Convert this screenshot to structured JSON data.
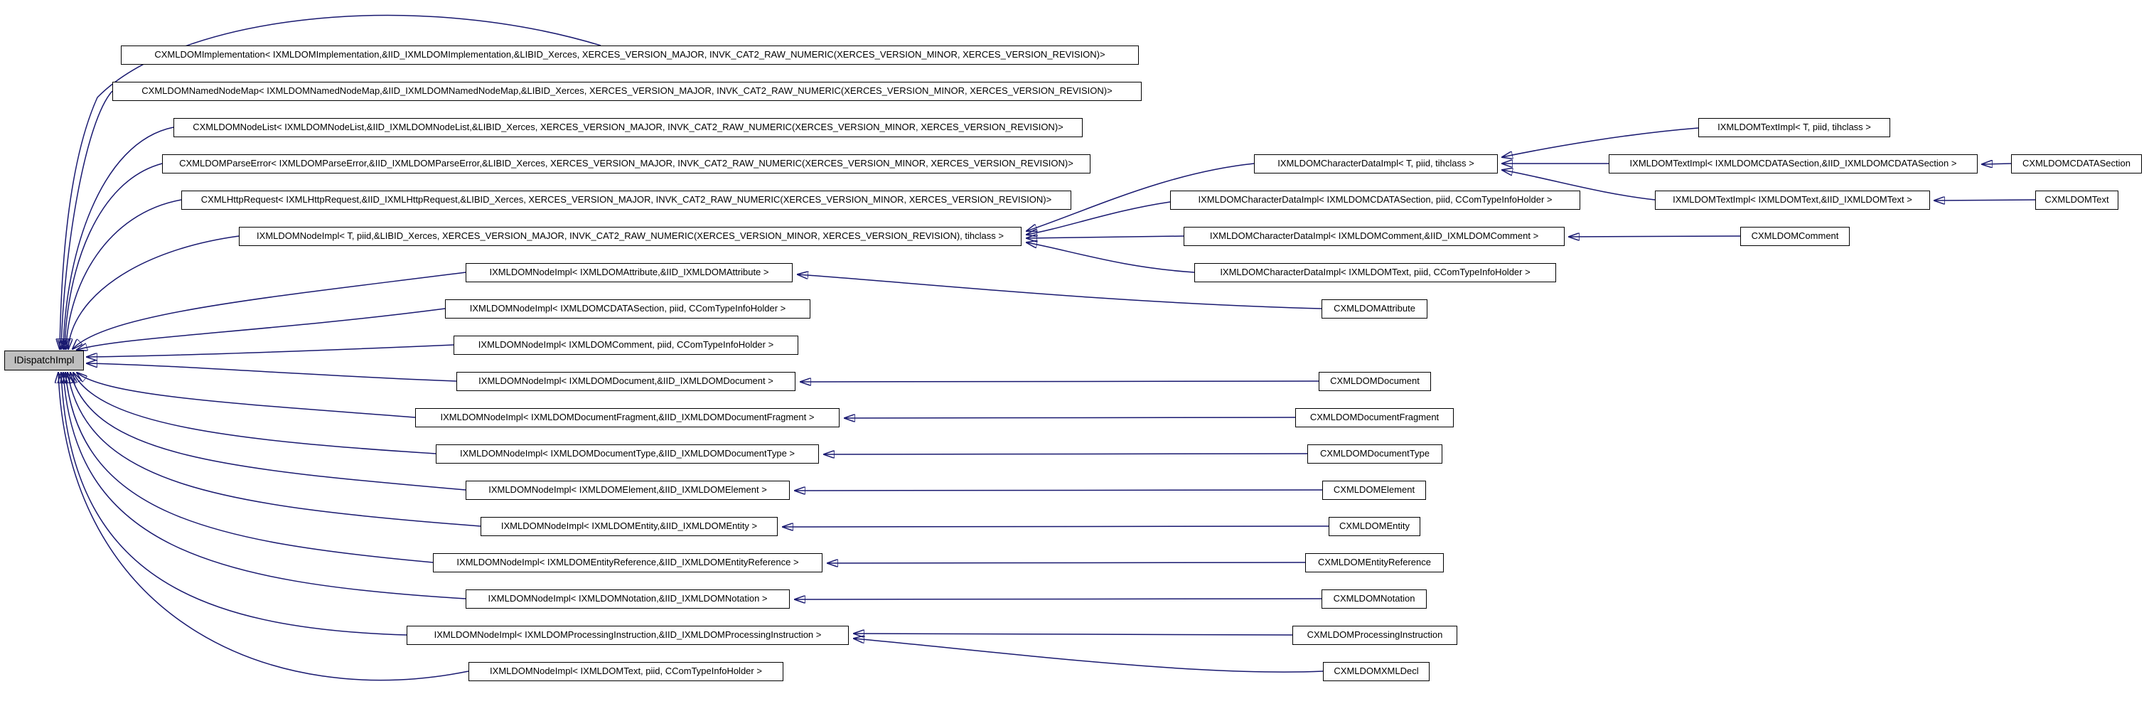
{
  "diagram": {
    "type": "class-inheritance-graph",
    "tool_style": "doxygen-graphviz",
    "root_id": "idispatchimpl",
    "colors": {
      "background": "#ffffff",
      "edge": "#191970",
      "node_border": "#000000",
      "node_fill": "#ffffff",
      "root_node_fill": "#bfbfbf",
      "text": "#000000"
    },
    "nodes": [
      {
        "id": "idispatchimpl",
        "label": "IDispatchImpl"
      },
      {
        "id": "cxmldomimplementation",
        "label": "CXMLDOMImplementation< IXMLDOMImplementation,&IID_IXMLDOMImplementation,&LIBID_Xerces, XERCES_VERSION_MAJOR, INVK_CAT2_RAW_NUMERIC(XERCES_VERSION_MINOR, XERCES_VERSION_REVISION)>"
      },
      {
        "id": "cxmldomnamednodemap",
        "label": "CXMLDOMNamedNodeMap< IXMLDOMNamedNodeMap,&IID_IXMLDOMNamedNodeMap,&LIBID_Xerces, XERCES_VERSION_MAJOR, INVK_CAT2_RAW_NUMERIC(XERCES_VERSION_MINOR, XERCES_VERSION_REVISION)>"
      },
      {
        "id": "cxmldomnodelist",
        "label": "CXMLDOMNodeList< IXMLDOMNodeList,&IID_IXMLDOMNodeList,&LIBID_Xerces, XERCES_VERSION_MAJOR, INVK_CAT2_RAW_NUMERIC(XERCES_VERSION_MINOR, XERCES_VERSION_REVISION)>"
      },
      {
        "id": "cxmldomparseerror",
        "label": "CXMLDOMParseError< IXMLDOMParseError,&IID_IXMLDOMParseError,&LIBID_Xerces, XERCES_VERSION_MAJOR, INVK_CAT2_RAW_NUMERIC(XERCES_VERSION_MINOR, XERCES_VERSION_REVISION)>"
      },
      {
        "id": "cxmlhttprequest",
        "label": "CXMLHttpRequest< IXMLHttpRequest,&IID_IXMLHttpRequest,&LIBID_Xerces, XERCES_VERSION_MAJOR, INVK_CAT2_RAW_NUMERIC(XERCES_VERSION_MINOR, XERCES_VERSION_REVISION)>"
      },
      {
        "id": "ixmldomnodeimpl-t",
        "label": "IXMLDOMNodeImpl< T, piid,&LIBID_Xerces, XERCES_VERSION_MAJOR, INVK_CAT2_RAW_NUMERIC(XERCES_VERSION_MINOR, XERCES_VERSION_REVISION), tihclass >"
      },
      {
        "id": "ixmldomnodeimpl-attribute",
        "label": "IXMLDOMNodeImpl< IXMLDOMAttribute,&IID_IXMLDOMAttribute >"
      },
      {
        "id": "ixmldomnodeimpl-cdatasection",
        "label": "IXMLDOMNodeImpl< IXMLDOMCDATASection, piid, CComTypeInfoHolder >"
      },
      {
        "id": "ixmldomnodeimpl-comment",
        "label": "IXMLDOMNodeImpl< IXMLDOMComment, piid, CComTypeInfoHolder >"
      },
      {
        "id": "ixmldomnodeimpl-document",
        "label": "IXMLDOMNodeImpl< IXMLDOMDocument,&IID_IXMLDOMDocument >"
      },
      {
        "id": "ixmldomnodeimpl-documentfragment",
        "label": "IXMLDOMNodeImpl< IXMLDOMDocumentFragment,&IID_IXMLDOMDocumentFragment >"
      },
      {
        "id": "ixmldomnodeimpl-documenttype",
        "label": "IXMLDOMNodeImpl< IXMLDOMDocumentType,&IID_IXMLDOMDocumentType >"
      },
      {
        "id": "ixmldomnodeimpl-element",
        "label": "IXMLDOMNodeImpl< IXMLDOMElement,&IID_IXMLDOMElement >"
      },
      {
        "id": "ixmldomnodeimpl-entity",
        "label": "IXMLDOMNodeImpl< IXMLDOMEntity,&IID_IXMLDOMEntity >"
      },
      {
        "id": "ixmldomnodeimpl-entityreference",
        "label": "IXMLDOMNodeImpl< IXMLDOMEntityReference,&IID_IXMLDOMEntityReference >"
      },
      {
        "id": "ixmldomnodeimpl-notation",
        "label": "IXMLDOMNodeImpl< IXMLDOMNotation,&IID_IXMLDOMNotation >"
      },
      {
        "id": "ixmldomnodeimpl-processinginstruction",
        "label": "IXMLDOMNodeImpl< IXMLDOMProcessingInstruction,&IID_IXMLDOMProcessingInstruction >"
      },
      {
        "id": "ixmldomnodeimpl-text",
        "label": "IXMLDOMNodeImpl< IXMLDOMText, piid, CComTypeInfoHolder >"
      },
      {
        "id": "ixmldomcharacterdataimpl-t",
        "label": "IXMLDOMCharacterDataImpl< T, piid, tihclass >"
      },
      {
        "id": "ixmldomcharacterdataimpl-cdatasection",
        "label": "IXMLDOMCharacterDataImpl< IXMLDOMCDATASection, piid, CComTypeInfoHolder >"
      },
      {
        "id": "ixmldomcharacterdataimpl-comment",
        "label": "IXMLDOMCharacterDataImpl< IXMLDOMComment,&IID_IXMLDOMComment >"
      },
      {
        "id": "ixmldomcharacterdataimpl-text",
        "label": "IXMLDOMCharacterDataImpl< IXMLDOMText, piid, CComTypeInfoHolder >"
      },
      {
        "id": "cxmldomattribute",
        "label": "CXMLDOMAttribute"
      },
      {
        "id": "cxmldomdocument",
        "label": "CXMLDOMDocument"
      },
      {
        "id": "cxmldomdocumentfragment",
        "label": "CXMLDOMDocumentFragment"
      },
      {
        "id": "cxmldomdocumenttype",
        "label": "CXMLDOMDocumentType"
      },
      {
        "id": "cxmldomelement",
        "label": "CXMLDOMElement"
      },
      {
        "id": "cxmldomentity",
        "label": "CXMLDOMEntity"
      },
      {
        "id": "cxmldomentityreference",
        "label": "CXMLDOMEntityReference"
      },
      {
        "id": "cxmldomnotation",
        "label": "CXMLDOMNotation"
      },
      {
        "id": "cxmldomprocessinginstruction",
        "label": "CXMLDOMProcessingInstruction"
      },
      {
        "id": "cxmldomxmldecl",
        "label": "CXMLDOMXMLDecl"
      },
      {
        "id": "ixmldomtextimpl-t",
        "label": "IXMLDOMTextImpl< T, piid, tihclass >"
      },
      {
        "id": "ixmldomtextimpl-cdatasection",
        "label": "IXMLDOMTextImpl< IXMLDOMCDATASection,&IID_IXMLDOMCDATASection >"
      },
      {
        "id": "ixmldomtextimpl-text",
        "label": "IXMLDOMTextImpl< IXMLDOMText,&IID_IXMLDOMText >"
      },
      {
        "id": "cxmldomcomment",
        "label": "CXMLDOMComment"
      },
      {
        "id": "cxmldomcdatasection",
        "label": "CXMLDOMCDATASection"
      },
      {
        "id": "cxmldomtext",
        "label": "CXMLDOMText"
      }
    ],
    "edges": [
      {
        "from": "cxmldomimplementation",
        "to": "idispatchimpl"
      },
      {
        "from": "cxmldomnamednodemap",
        "to": "idispatchimpl"
      },
      {
        "from": "cxmldomnodelist",
        "to": "idispatchimpl"
      },
      {
        "from": "cxmldomparseerror",
        "to": "idispatchimpl"
      },
      {
        "from": "cxmlhttprequest",
        "to": "idispatchimpl"
      },
      {
        "from": "ixmldomnodeimpl-t",
        "to": "idispatchimpl"
      },
      {
        "from": "ixmldomnodeimpl-attribute",
        "to": "idispatchimpl"
      },
      {
        "from": "ixmldomnodeimpl-cdatasection",
        "to": "idispatchimpl"
      },
      {
        "from": "ixmldomnodeimpl-comment",
        "to": "idispatchimpl"
      },
      {
        "from": "ixmldomnodeimpl-document",
        "to": "idispatchimpl"
      },
      {
        "from": "ixmldomnodeimpl-documentfragment",
        "to": "idispatchimpl"
      },
      {
        "from": "ixmldomnodeimpl-documenttype",
        "to": "idispatchimpl"
      },
      {
        "from": "ixmldomnodeimpl-element",
        "to": "idispatchimpl"
      },
      {
        "from": "ixmldomnodeimpl-entity",
        "to": "idispatchimpl"
      },
      {
        "from": "ixmldomnodeimpl-entityreference",
        "to": "idispatchimpl"
      },
      {
        "from": "ixmldomnodeimpl-notation",
        "to": "idispatchimpl"
      },
      {
        "from": "ixmldomnodeimpl-processinginstruction",
        "to": "idispatchimpl"
      },
      {
        "from": "ixmldomnodeimpl-text",
        "to": "idispatchimpl"
      },
      {
        "from": "ixmldomcharacterdataimpl-t",
        "to": "ixmldomnodeimpl-t"
      },
      {
        "from": "ixmldomcharacterdataimpl-cdatasection",
        "to": "ixmldomnodeimpl-t"
      },
      {
        "from": "ixmldomcharacterdataimpl-comment",
        "to": "ixmldomnodeimpl-t"
      },
      {
        "from": "ixmldomcharacterdataimpl-text",
        "to": "ixmldomnodeimpl-t"
      },
      {
        "from": "cxmldomattribute",
        "to": "ixmldomnodeimpl-attribute"
      },
      {
        "from": "cxmldomdocument",
        "to": "ixmldomnodeimpl-document"
      },
      {
        "from": "cxmldomdocumentfragment",
        "to": "ixmldomnodeimpl-documentfragment"
      },
      {
        "from": "cxmldomdocumenttype",
        "to": "ixmldomnodeimpl-documenttype"
      },
      {
        "from": "cxmldomelement",
        "to": "ixmldomnodeimpl-element"
      },
      {
        "from": "cxmldomentity",
        "to": "ixmldomnodeimpl-entity"
      },
      {
        "from": "cxmldomentityreference",
        "to": "ixmldomnodeimpl-entityreference"
      },
      {
        "from": "cxmldomnotation",
        "to": "ixmldomnodeimpl-notation"
      },
      {
        "from": "cxmldomprocessinginstruction",
        "to": "ixmldomnodeimpl-processinginstruction"
      },
      {
        "from": "cxmldomxmldecl",
        "to": "ixmldomnodeimpl-processinginstruction"
      },
      {
        "from": "ixmldomtextimpl-t",
        "to": "ixmldomcharacterdataimpl-t"
      },
      {
        "from": "ixmldomtextimpl-cdatasection",
        "to": "ixmldomcharacterdataimpl-t"
      },
      {
        "from": "ixmldomtextimpl-text",
        "to": "ixmldomcharacterdataimpl-t"
      },
      {
        "from": "cxmldomcomment",
        "to": "ixmldomcharacterdataimpl-comment"
      },
      {
        "from": "cxmldomcdatasection",
        "to": "ixmldomtextimpl-cdatasection"
      },
      {
        "from": "cxmldomtext",
        "to": "ixmldomtextimpl-text"
      }
    ]
  }
}
